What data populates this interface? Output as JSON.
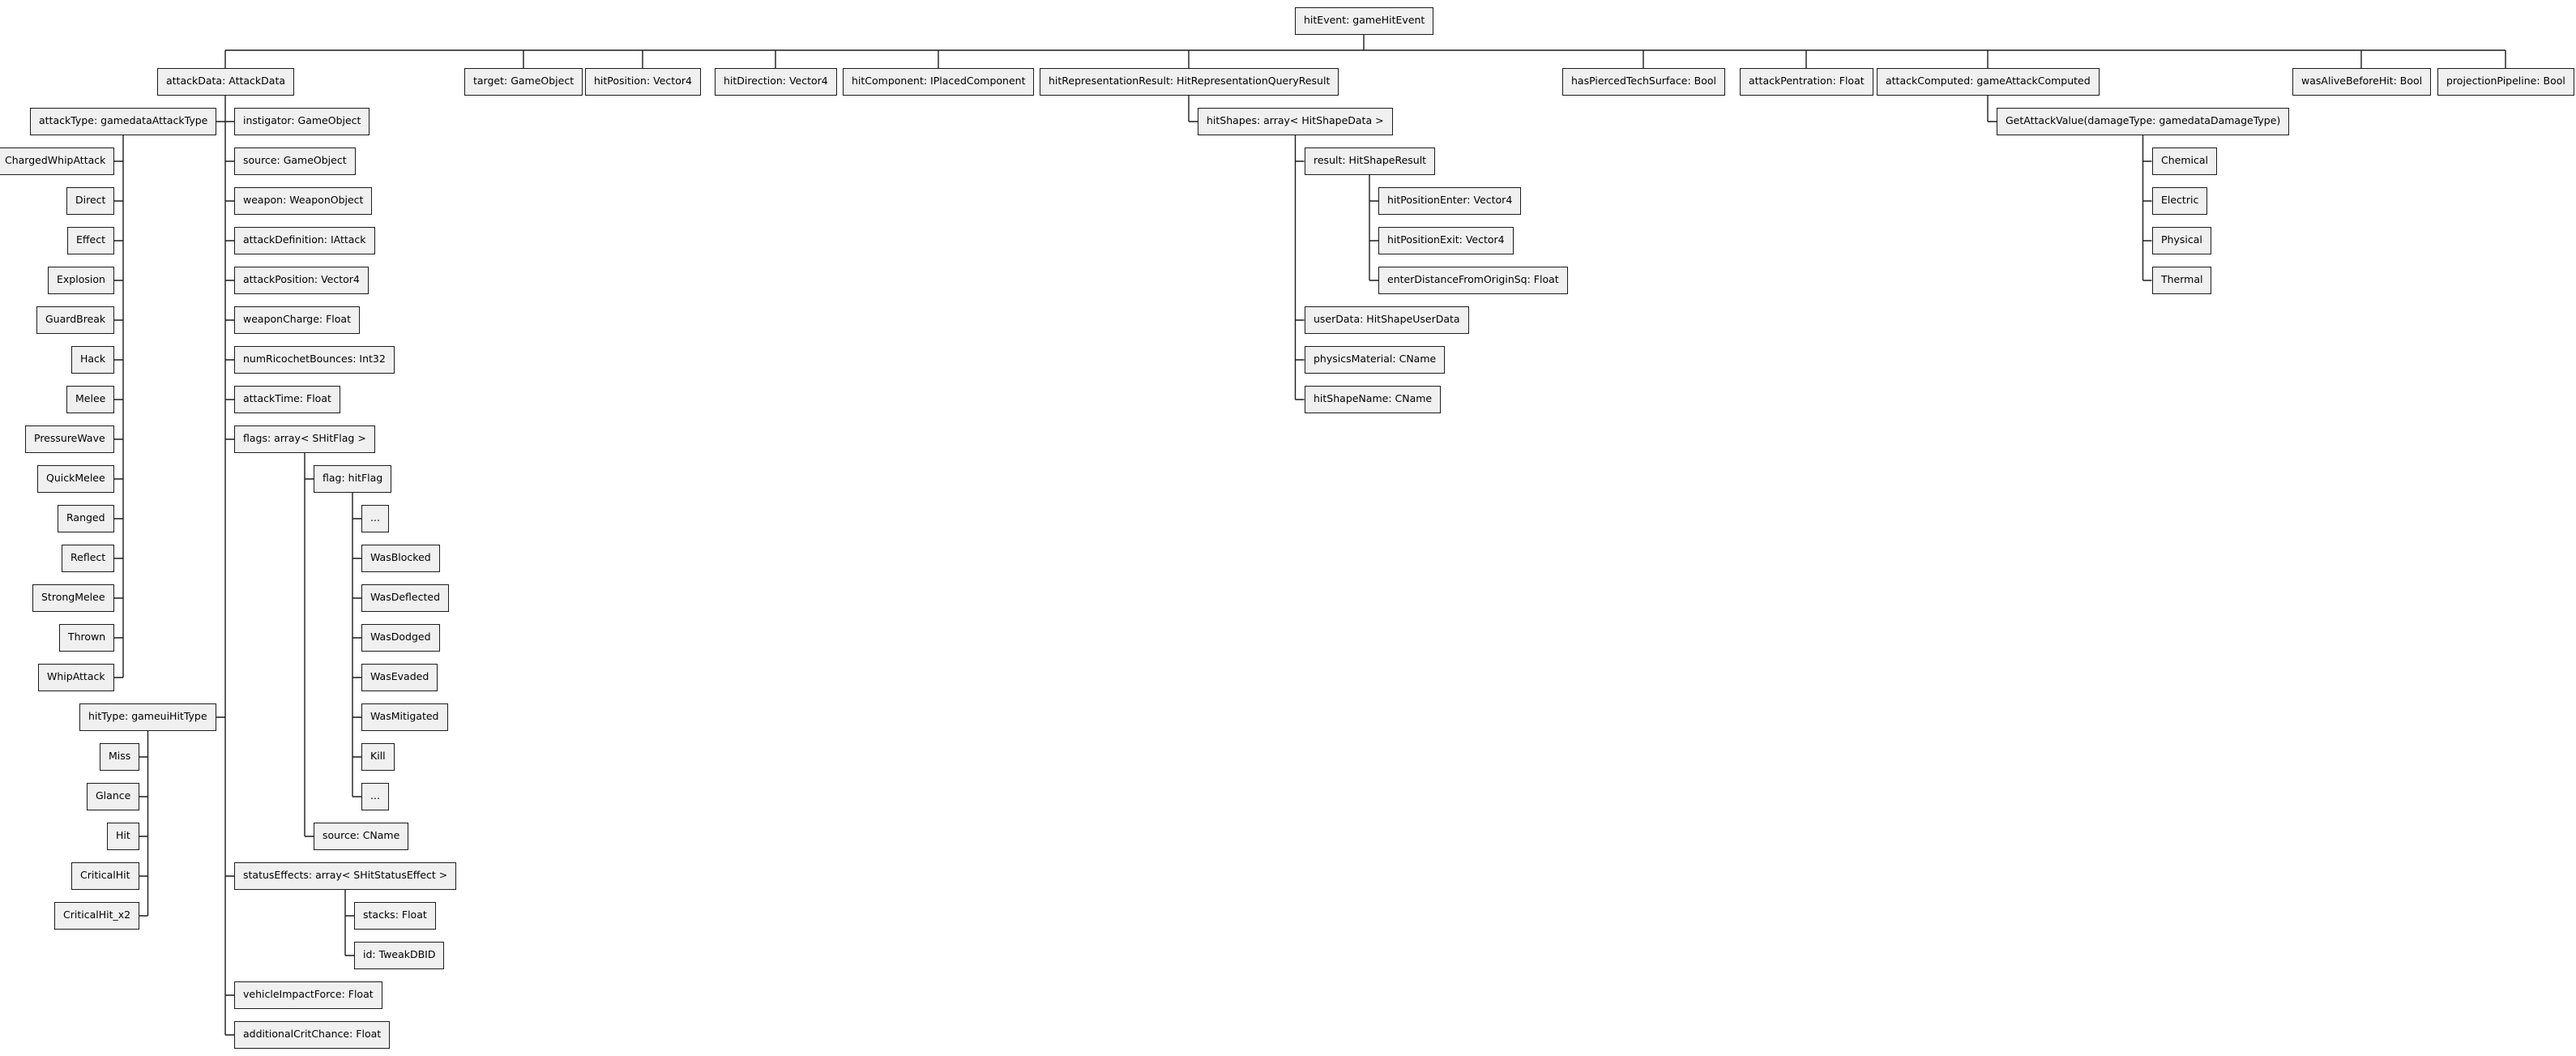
{
  "diagram": {
    "background": "#ffffff",
    "node_fill": "#f0f0f0",
    "node_border": "#1c1c1c",
    "line_color": "#1c1c1c",
    "tree": {
      "id": "hit-event",
      "label": "hitEvent: gameHitEvent",
      "children": [
        {
          "id": "attack-data",
          "label": "attackData: AttackData",
          "children": [
            {
              "id": "attack-type",
              "label": "attackType: gamedataAttackType",
              "children": [
                {
                  "id": "charged-whip-attack",
                  "label": "ChargedWhipAttack"
                },
                {
                  "id": "direct",
                  "label": "Direct"
                },
                {
                  "id": "effect",
                  "label": "Effect"
                },
                {
                  "id": "explosion",
                  "label": "Explosion"
                },
                {
                  "id": "guard-break",
                  "label": "GuardBreak"
                },
                {
                  "id": "hack",
                  "label": "Hack"
                },
                {
                  "id": "melee",
                  "label": "Melee"
                },
                {
                  "id": "pressure-wave",
                  "label": "PressureWave"
                },
                {
                  "id": "quick-melee",
                  "label": "QuickMelee"
                },
                {
                  "id": "ranged",
                  "label": "Ranged"
                },
                {
                  "id": "reflect",
                  "label": "Reflect"
                },
                {
                  "id": "strong-melee",
                  "label": "StrongMelee"
                },
                {
                  "id": "thrown",
                  "label": "Thrown"
                },
                {
                  "id": "whip-attack",
                  "label": "WhipAttack"
                }
              ]
            },
            {
              "id": "instigator",
              "label": "instigator: GameObject"
            },
            {
              "id": "source",
              "label": "source: GameObject"
            },
            {
              "id": "weapon",
              "label": "weapon: WeaponObject"
            },
            {
              "id": "attack-definition",
              "label": "attackDefinition: IAttack"
            },
            {
              "id": "attack-position",
              "label": "attackPosition: Vector4"
            },
            {
              "id": "weapon-charge",
              "label": "weaponCharge: Float"
            },
            {
              "id": "num-ricochet-bounces",
              "label": "numRicochetBounces: Int32"
            },
            {
              "id": "attack-time",
              "label": "attackTime: Float"
            },
            {
              "id": "flags",
              "label": "flags: array< SHitFlag >",
              "children": [
                {
                  "id": "flag",
                  "label": "flag: hitFlag",
                  "children": [
                    {
                      "id": "hit-flag-ellipsis-top",
                      "label": "..."
                    },
                    {
                      "id": "was-blocked",
                      "label": "WasBlocked"
                    },
                    {
                      "id": "was-deflected",
                      "label": "WasDeflected"
                    },
                    {
                      "id": "was-dodged",
                      "label": "WasDodged"
                    },
                    {
                      "id": "was-evaded",
                      "label": "WasEvaded"
                    },
                    {
                      "id": "was-mitigated",
                      "label": "WasMitigated"
                    },
                    {
                      "id": "kill",
                      "label": "Kill"
                    },
                    {
                      "id": "hit-flag-ellipsis-bottom",
                      "label": "..."
                    }
                  ]
                },
                {
                  "id": "flag-source",
                  "label": "source: CName"
                }
              ]
            },
            {
              "id": "hit-type",
              "label": "hitType: gameuiHitType",
              "children": [
                {
                  "id": "miss",
                  "label": "Miss"
                },
                {
                  "id": "glance",
                  "label": "Glance"
                },
                {
                  "id": "hit",
                  "label": "Hit"
                },
                {
                  "id": "critical-hit",
                  "label": "CriticalHit"
                },
                {
                  "id": "critical-hit-x2",
                  "label": "CriticalHit_x2"
                }
              ]
            },
            {
              "id": "status-effects",
              "label": "statusEffects: array< SHitStatusEffect >",
              "children": [
                {
                  "id": "stacks",
                  "label": "stacks: Float"
                },
                {
                  "id": "status-effect-id",
                  "label": "id: TweakDBID"
                }
              ]
            },
            {
              "id": "vehicle-impact-force",
              "label": "vehicleImpactForce: Float"
            },
            {
              "id": "additional-crit-chance",
              "label": "additionalCritChance: Float"
            }
          ]
        },
        {
          "id": "target",
          "label": "target: GameObject"
        },
        {
          "id": "hit-position",
          "label": "hitPosition: Vector4"
        },
        {
          "id": "hit-direction",
          "label": "hitDirection: Vector4"
        },
        {
          "id": "hit-component",
          "label": "hitComponent: IPlacedComponent"
        },
        {
          "id": "hit-representation-result",
          "label": "hitRepresentationResult: HitRepresentationQueryResult",
          "children": [
            {
              "id": "hit-shapes",
              "label": "hitShapes: array< HitShapeData >",
              "children": [
                {
                  "id": "result",
                  "label": "result: HitShapeResult",
                  "children": [
                    {
                      "id": "hit-position-enter",
                      "label": "hitPositionEnter: Vector4"
                    },
                    {
                      "id": "hit-position-exit",
                      "label": "hitPositionExit: Vector4"
                    },
                    {
                      "id": "enter-distance-from-origin-sq",
                      "label": "enterDistanceFromOriginSq: Float"
                    }
                  ]
                },
                {
                  "id": "user-data",
                  "label": "userData: HitShapeUserData"
                },
                {
                  "id": "physics-material",
                  "label": "physicsMaterial: CName"
                },
                {
                  "id": "hit-shape-name",
                  "label": "hitShapeName: CName"
                }
              ]
            }
          ]
        },
        {
          "id": "has-pierced-tech-surface",
          "label": "hasPiercedTechSurface: Bool"
        },
        {
          "id": "attack-pentration",
          "label": "attackPentration: Float"
        },
        {
          "id": "attack-computed",
          "label": "attackComputed: gameAttackComputed",
          "children": [
            {
              "id": "get-attack-value",
              "label": "GetAttackValue(damageType: gamedataDamageType)",
              "children": [
                {
                  "id": "chemical",
                  "label": "Chemical"
                },
                {
                  "id": "electric",
                  "label": "Electric"
                },
                {
                  "id": "physical",
                  "label": "Physical"
                },
                {
                  "id": "thermal",
                  "label": "Thermal"
                }
              ]
            }
          ]
        },
        {
          "id": "was-alive-before-hit",
          "label": "wasAliveBeforeHit: Bool"
        },
        {
          "id": "projection-pipeline",
          "label": "projectionPipeline: Bool"
        }
      ]
    }
  }
}
